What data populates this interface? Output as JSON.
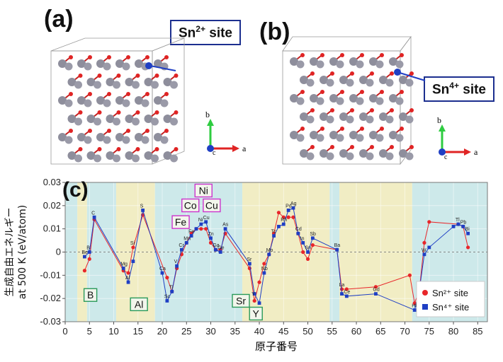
{
  "panels": {
    "a_label": "(a)",
    "b_label": "(b)",
    "c_label": "(c)",
    "a_site": {
      "base": "Sn",
      "sup": "2+",
      "rest": " site"
    },
    "b_site": {
      "base": "Sn",
      "sup": "4+",
      "rest": " site"
    }
  },
  "axes_glyph": {
    "b": "b",
    "a": "a",
    "c": "c"
  },
  "chart_data": {
    "type": "line",
    "xlabel": "原子番号",
    "ylabel_line1": "生成自由エネルギー",
    "ylabel_line2": "at 500 K (eV/atom)",
    "xlim": [
      0,
      87
    ],
    "ylim": [
      -0.03,
      0.03
    ],
    "xticks": [
      0,
      5,
      10,
      15,
      20,
      25,
      30,
      35,
      40,
      45,
      50,
      55,
      60,
      65,
      70,
      75,
      80,
      85
    ],
    "yticks": [
      "0.03",
      "0.02",
      "0.01",
      "0",
      "-0.01",
      "-0.02",
      "-0.03"
    ],
    "ytick_values": [
      0.03,
      0.02,
      0.01,
      0,
      -0.01,
      -0.02,
      -0.03
    ],
    "bands": [
      {
        "from": 0,
        "to": 2.5,
        "color": "#cde9ea"
      },
      {
        "from": 2.5,
        "to": 4.5,
        "color": "#f1edc4"
      },
      {
        "from": 4.5,
        "to": 10.5,
        "color": "#cde9ea"
      },
      {
        "from": 10.5,
        "to": 18.5,
        "color": "#f1edc4"
      },
      {
        "from": 18.5,
        "to": 36.5,
        "color": "#cde9ea"
      },
      {
        "from": 36.5,
        "to": 54.5,
        "color": "#f1edc4"
      },
      {
        "from": 54.5,
        "to": 56.5,
        "color": "#cde9ea"
      },
      {
        "from": 56.5,
        "to": 71.5,
        "color": "#f1edc4"
      },
      {
        "from": 71.5,
        "to": 87,
        "color": "#cde9ea"
      }
    ],
    "series": [
      {
        "name": "Sn²⁺ site",
        "color": "#e8262a",
        "marker": "circle",
        "points": [
          [
            4,
            -0.008
          ],
          [
            5,
            -0.003
          ],
          [
            6,
            0.014
          ],
          [
            12,
            -0.008
          ],
          [
            13,
            -0.009
          ],
          [
            14,
            0.002
          ],
          [
            16,
            0.016
          ],
          [
            21,
            -0.011
          ],
          [
            22,
            -0.017
          ],
          [
            23,
            -0.007
          ],
          [
            24,
            -0.001
          ],
          [
            25,
            0.004
          ],
          [
            26,
            0.008
          ],
          [
            27,
            0.01
          ],
          [
            28,
            0.01
          ],
          [
            29,
            0.01
          ],
          [
            30,
            0.004
          ],
          [
            31,
            0.001
          ],
          [
            32,
            0.001
          ],
          [
            33,
            0.008
          ],
          [
            38,
            -0.007
          ],
          [
            39,
            -0.021
          ],
          [
            40,
            -0.013
          ],
          [
            41,
            -0.005
          ],
          [
            42,
            -0.001
          ],
          [
            43,
            0.008
          ],
          [
            44,
            0.017
          ],
          [
            45,
            0.015
          ],
          [
            46,
            0.015
          ],
          [
            47,
            0.015
          ],
          [
            48,
            0.008
          ],
          [
            49,
            0.0
          ],
          [
            50,
            -0.003
          ],
          [
            51,
            0.003
          ],
          [
            56,
            0.001
          ],
          [
            57,
            -0.016
          ],
          [
            58,
            -0.016
          ],
          [
            64,
            -0.015
          ],
          [
            71,
            -0.01
          ],
          [
            72,
            -0.022
          ],
          [
            73,
            -0.016
          ],
          [
            74,
            0.004
          ],
          [
            75,
            0.013
          ],
          [
            81,
            0.012
          ],
          [
            82,
            0.011
          ],
          [
            83,
            0.002
          ]
        ]
      },
      {
        "name": "Sn⁴⁺ site",
        "color": "#1f3fc4",
        "marker": "square",
        "points": [
          [
            4,
            -0.002
          ],
          [
            5,
            -0.0
          ],
          [
            6,
            0.015
          ],
          [
            12,
            -0.007
          ],
          [
            13,
            -0.013
          ],
          [
            14,
            -0.004
          ],
          [
            16,
            0.018
          ],
          [
            20,
            -0.009
          ],
          [
            21,
            -0.021
          ],
          [
            22,
            -0.017
          ],
          [
            23,
            -0.006
          ],
          [
            24,
            0.001
          ],
          [
            25,
            0.004
          ],
          [
            26,
            0.007
          ],
          [
            27,
            0.01
          ],
          [
            28,
            0.012
          ],
          [
            29,
            0.013
          ],
          [
            30,
            0.006
          ],
          [
            31,
            0.001
          ],
          [
            32,
            0.0
          ],
          [
            33,
            0.01
          ],
          [
            38,
            -0.005
          ],
          [
            39,
            -0.018
          ],
          [
            40,
            -0.022
          ],
          [
            41,
            -0.009
          ],
          [
            42,
            -0.001
          ],
          [
            43,
            0.007
          ],
          [
            44,
            0.011
          ],
          [
            45,
            0.012
          ],
          [
            46,
            0.018
          ],
          [
            47,
            0.019
          ],
          [
            48,
            0.008
          ],
          [
            49,
            0.004
          ],
          [
            50,
            0.0
          ],
          [
            51,
            0.006
          ],
          [
            56,
            0.001
          ],
          [
            57,
            -0.018
          ],
          [
            58,
            -0.019
          ],
          [
            64,
            -0.018
          ],
          [
            72,
            -0.025
          ],
          [
            73,
            -0.016
          ],
          [
            74,
            -0.001
          ],
          [
            75,
            0.002
          ],
          [
            80,
            0.011
          ],
          [
            81,
            0.012
          ],
          [
            82,
            0.011
          ],
          [
            83,
            0.008
          ]
        ]
      }
    ],
    "point_labels": [
      {
        "t": "Be",
        "x": 4,
        "y": -0.002
      },
      {
        "t": "B",
        "x": 5,
        "y": -0.0
      },
      {
        "t": "C",
        "x": 6,
        "y": 0.015
      },
      {
        "t": "Mg",
        "x": 12,
        "y": -0.007
      },
      {
        "t": "Al",
        "x": 13,
        "y": -0.013
      },
      {
        "t": "Si",
        "x": 14,
        "y": 0.002
      },
      {
        "t": "S",
        "x": 16,
        "y": 0.018
      },
      {
        "t": "Ca",
        "x": 20,
        "y": -0.009
      },
      {
        "t": "Sc",
        "x": 21,
        "y": -0.021
      },
      {
        "t": "Ti",
        "x": 22,
        "y": -0.017
      },
      {
        "t": "V",
        "x": 23,
        "y": -0.006
      },
      {
        "t": "Cr",
        "x": 24,
        "y": 0.001
      },
      {
        "t": "Mn",
        "x": 25,
        "y": 0.004
      },
      {
        "t": "Fe",
        "x": 26,
        "y": 0.007
      },
      {
        "t": "Ni",
        "x": 28,
        "y": 0.012
      },
      {
        "t": "Cu",
        "x": 29,
        "y": 0.013
      },
      {
        "t": "Zn",
        "x": 30,
        "y": 0.006
      },
      {
        "t": "Ga",
        "x": 31,
        "y": 0.001
      },
      {
        "t": "Ge",
        "x": 32,
        "y": 0.0
      },
      {
        "t": "As",
        "x": 33,
        "y": 0.01
      },
      {
        "t": "Sr",
        "x": 38,
        "y": -0.005
      },
      {
        "t": "Y",
        "x": 39,
        "y": -0.02
      },
      {
        "t": "Nb",
        "x": 41,
        "y": -0.009
      },
      {
        "t": "Mo",
        "x": 42,
        "y": -0.001
      },
      {
        "t": "Tc",
        "x": 43,
        "y": 0.007
      },
      {
        "t": "Rh",
        "x": 45,
        "y": 0.012
      },
      {
        "t": "Pd",
        "x": 46,
        "y": 0.018
      },
      {
        "t": "Ag",
        "x": 47,
        "y": 0.019
      },
      {
        "t": "Cd",
        "x": 48,
        "y": 0.008
      },
      {
        "t": "In",
        "x": 49,
        "y": 0.004
      },
      {
        "t": "Sn",
        "x": 50,
        "y": 0.0
      },
      {
        "t": "Sb",
        "x": 51,
        "y": 0.006
      },
      {
        "t": "Ba",
        "x": 56,
        "y": 0.001
      },
      {
        "t": "La",
        "x": 57,
        "y": -0.016
      },
      {
        "t": "Ce",
        "x": 58,
        "y": -0.019
      },
      {
        "t": "Gd",
        "x": 64,
        "y": -0.018
      },
      {
        "t": "Hf",
        "x": 72,
        "y": -0.025
      },
      {
        "t": "Ta",
        "x": 73,
        "y": -0.016
      },
      {
        "t": "W",
        "x": 74,
        "y": -0.001
      },
      {
        "t": "Tl",
        "x": 81,
        "y": 0.012
      },
      {
        "t": "Pb",
        "x": 82,
        "y": 0.011
      },
      {
        "t": "Bi",
        "x": 83,
        "y": 0.008
      }
    ],
    "annotations": [
      {
        "t": "B",
        "x": 5.2,
        "y": -0.0185,
        "color": "#2a9a5a"
      },
      {
        "t": "Al",
        "x": 15.2,
        "y": -0.0225,
        "color": "#2a9a5a"
      },
      {
        "t": "Sr",
        "x": 36.2,
        "y": -0.021,
        "color": "#2a9a5a"
      },
      {
        "t": "Y",
        "x": 39.3,
        "y": -0.0265,
        "color": "#2a9a5a"
      },
      {
        "t": "Ni",
        "x": 28.5,
        "y": 0.0265,
        "color": "#cc33cc"
      },
      {
        "t": "Co",
        "x": 25.8,
        "y": 0.0201,
        "color": "#cc33cc"
      },
      {
        "t": "Cu",
        "x": 30.2,
        "y": 0.0201,
        "color": "#cc33cc"
      },
      {
        "t": "Fe",
        "x": 23.8,
        "y": 0.0129,
        "color": "#cc33cc"
      }
    ],
    "legend": {
      "position": "bottom-right",
      "entries": [
        "Sn²⁺ site",
        "Sn⁴⁺ site"
      ]
    },
    "dashed_zero_line": true
  }
}
